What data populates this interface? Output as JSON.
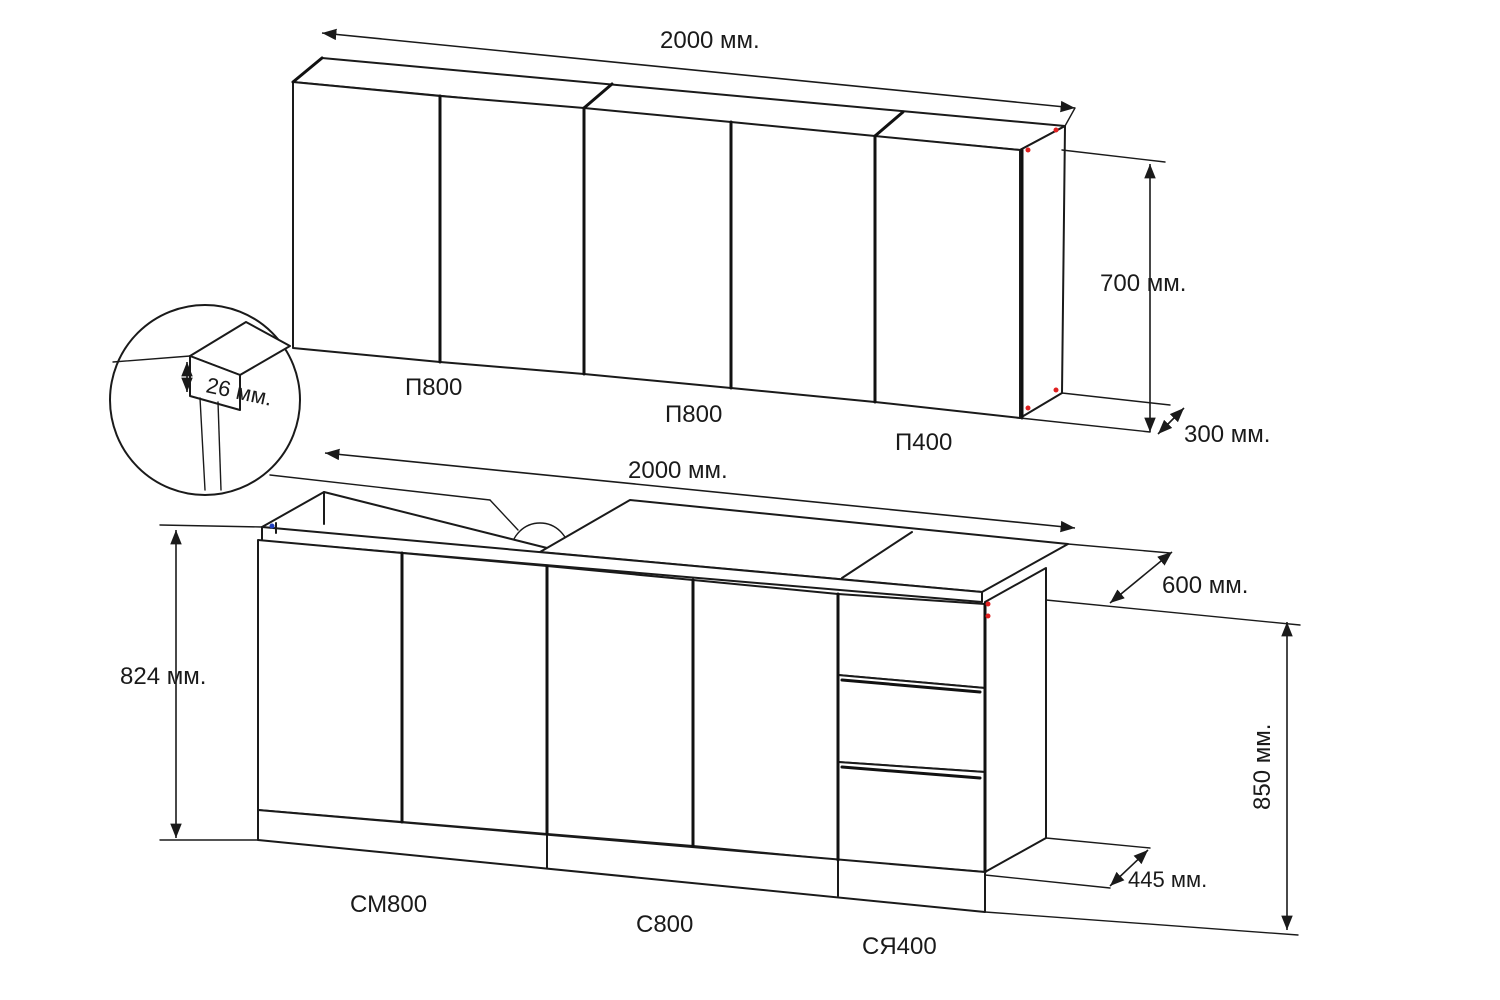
{
  "dimensions": {
    "upper_width": "2000 мм.",
    "upper_height": "700 мм.",
    "upper_depth": "300 мм.",
    "lower_width": "2000 мм.",
    "lower_depth": "600 мм.",
    "lower_height_body": "824 мм.",
    "lower_height_total": "850 мм.",
    "lower_plinth_depth": "445 мм.",
    "worktop_thickness": "26 мм."
  },
  "modules": {
    "upper": [
      "П800",
      "П800",
      "П400"
    ],
    "lower": [
      "СМ800",
      "С800",
      "СЯ400"
    ]
  },
  "colors": {
    "line": "#1a1a1a",
    "hinge_marker": "#e02020",
    "corner_marker": "#2040c0"
  }
}
